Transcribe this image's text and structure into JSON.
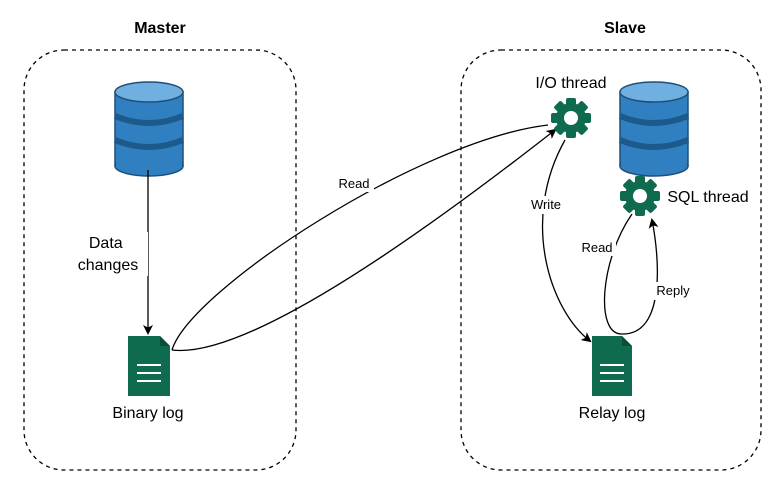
{
  "colors": {
    "db_top": "#6fb0e0",
    "db_body": "#2f7fc1",
    "db_band": "#1c5a8c",
    "db_stroke": "#1d4f7a",
    "doc_fill": "#0f6b4f",
    "gear_fill": "#0f6b4f",
    "line": "#000000"
  },
  "master": {
    "title": "Master",
    "edge_label": "Data\nchanges",
    "log_label": "Binary log"
  },
  "slave": {
    "title": "Slave",
    "io_thread_label": "I/O thread",
    "sql_thread_label": "SQL thread",
    "log_label": "Relay log"
  },
  "edges": {
    "read": "Read",
    "write": "Write",
    "read_relay": "Read",
    "reply": "Reply"
  },
  "icons": [
    "database-icon",
    "document-icon",
    "gear-icon"
  ]
}
